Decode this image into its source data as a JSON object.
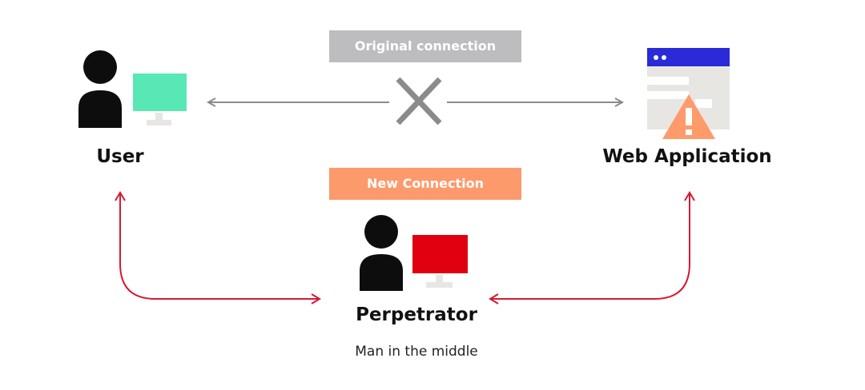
{
  "nodes": {
    "user": {
      "label": "User"
    },
    "web_app": {
      "label": "Web Application"
    },
    "perpetrator": {
      "label": "Perpetrator",
      "subtitle": "Man in the middle"
    }
  },
  "connections": {
    "original": {
      "label": "Original connection",
      "status": "broken"
    },
    "new": {
      "label": "New Connection"
    }
  },
  "colors": {
    "original_banner": "#bdbcbf",
    "new_banner": "#fc9a6b",
    "user_monitor": "#58e8b6",
    "perpetrator_monitor": "#e0000f",
    "attack_arrow": "#d51a32",
    "original_arrow": "#8b8b8b",
    "browser_bar": "#2a2ad8",
    "browser_window": "#e7e6e3",
    "warning": "#ff9a6b",
    "person": "#0d0d0d"
  },
  "icons": {
    "user": [
      "person-icon",
      "monitor-icon"
    ],
    "web_app": [
      "browser-window-icon",
      "warning-icon"
    ],
    "perpetrator": [
      "person-icon",
      "monitor-icon"
    ],
    "broken_link": "x-cross-icon"
  }
}
